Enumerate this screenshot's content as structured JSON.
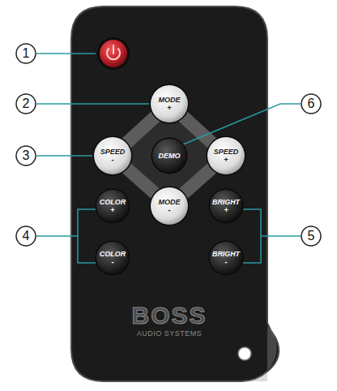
{
  "diagram": {
    "nodes": [
      {
        "text": [
          "BOSS",
          "AUDIO SYSTEMS"
        ]
      },
      {
        "text": [
          "MODE +"
        ],
        "in": 0
      },
      {
        "text": [
          "SPEED -"
        ],
        "in": 0
      },
      {
        "text": [
          "DEMO"
        ],
        "in": 0
      },
      {
        "text": [
          "SPEED +"
        ],
        "in": 0
      },
      {
        "text": [
          "MODE -"
        ],
        "in": 0
      },
      {
        "text": [
          "COLOR +"
        ],
        "in": 0
      },
      {
        "text": [
          "BRIGHT +"
        ],
        "in": 0
      },
      {
        "text": [
          "COLOR -"
        ],
        "in": 0
      },
      {
        "text": [
          "BRIGHT -"
        ],
        "in": 0
      }
    ],
    "labels": [
      "1",
      "2",
      "3",
      "4",
      "5",
      "6"
    ]
  }
}
